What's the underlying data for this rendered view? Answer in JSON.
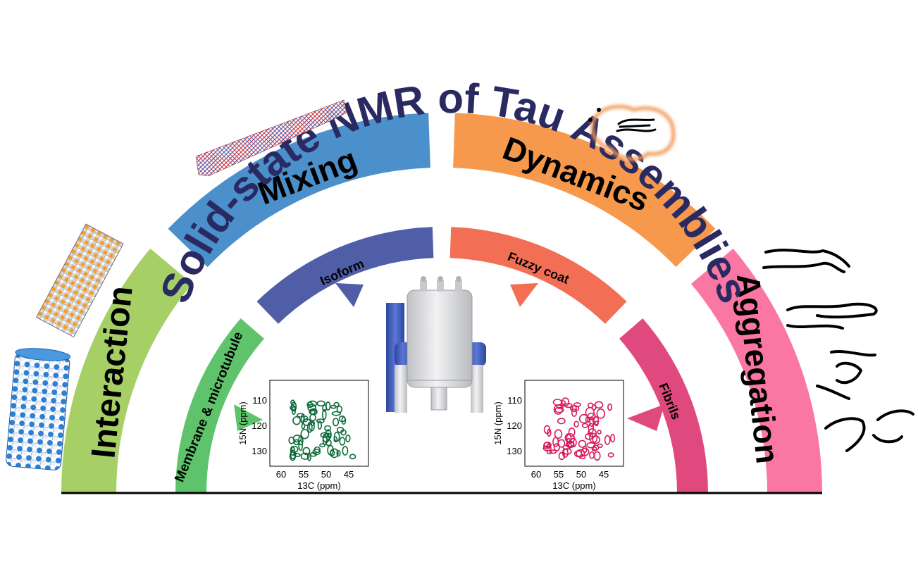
{
  "title": "Solid-state NMR of Tau Assemblies",
  "outer_ring": [
    {
      "label": "Interaction",
      "color": "#a6cf66"
    },
    {
      "label": "Mixing",
      "color": "#4b8fcb"
    },
    {
      "label": "Dynamics",
      "color": "#f7994d"
    },
    {
      "label": "Aggregation",
      "color": "#fb77a3"
    }
  ],
  "inner_ring": [
    {
      "label": "Membrane & microtubule",
      "color": "#5ec36a"
    },
    {
      "label": "Isoform",
      "color": "#4f5ea6"
    },
    {
      "label": "Fuzzy coat",
      "color": "#f26f55"
    },
    {
      "label": "Fibrils",
      "color": "#e0497e"
    }
  ],
  "spectra": [
    {
      "name": "left-spectrum",
      "color": "#0d6b3a",
      "ylabel": "15N (ppm)",
      "xlabel": "13C (ppm)",
      "xticks": [
        "60",
        "55",
        "50",
        "45"
      ],
      "yticks": [
        "110",
        "120",
        "130"
      ]
    },
    {
      "name": "right-spectrum",
      "color": "#d61c5e",
      "ylabel": "15N (ppm)",
      "xlabel": "13C (ppm)",
      "xticks": [
        "60",
        "55",
        "50",
        "45"
      ],
      "yticks": [
        "110",
        "120",
        "130"
      ]
    }
  ],
  "colors": {
    "title": "#2a2a63",
    "baseline": "#000000",
    "magnet_body": "#d9dadd",
    "magnet_accent": "#3b57b5"
  },
  "icons": [
    "microtubule-icon",
    "membrane-icon",
    "fibril-mixing-icon",
    "fuzzy-coat-icon",
    "aggregation-squiggles-icon",
    "nmr-magnet-icon"
  ]
}
